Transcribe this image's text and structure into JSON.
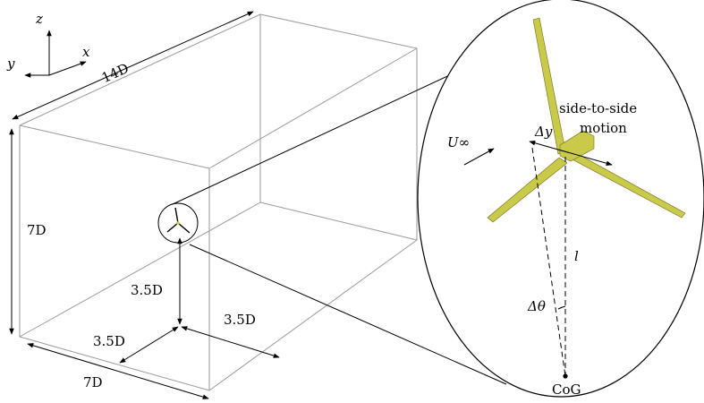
{
  "axes": {
    "z": "z",
    "x": "x",
    "y": "y"
  },
  "dimensions": {
    "length": "14D",
    "height": "7D",
    "width": "7D",
    "hub_height": "3.5D",
    "lateral_left": "3.5D",
    "lateral_right": "3.5D"
  },
  "inset": {
    "inflow": "U∞",
    "motion_label_line1": "side-to-side",
    "motion_label_line2": "motion",
    "delta_y": "Δy",
    "arm_length": "l",
    "delta_theta": "Δθ",
    "pivot": "CoG"
  },
  "colors": {
    "mesh": "#c9c94a",
    "box": "#9a9a9a"
  }
}
